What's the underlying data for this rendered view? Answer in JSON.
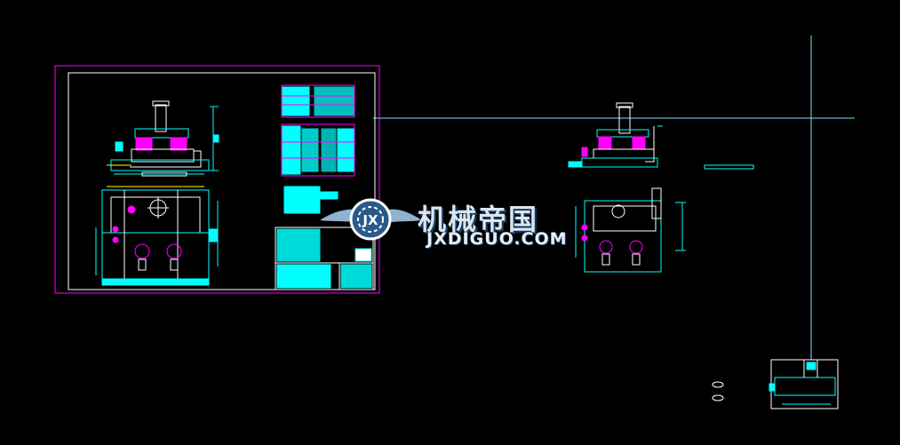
{
  "watermark": {
    "logo_letters": "JX",
    "title": "机械帝国",
    "site": "JXDIGUO.COM"
  },
  "colors": {
    "background": "#000000",
    "cyan": "#00ffff",
    "magenta": "#ff00ff",
    "white": "#ffffff",
    "blue": "#0000ff",
    "yellow": "#ffff00"
  }
}
